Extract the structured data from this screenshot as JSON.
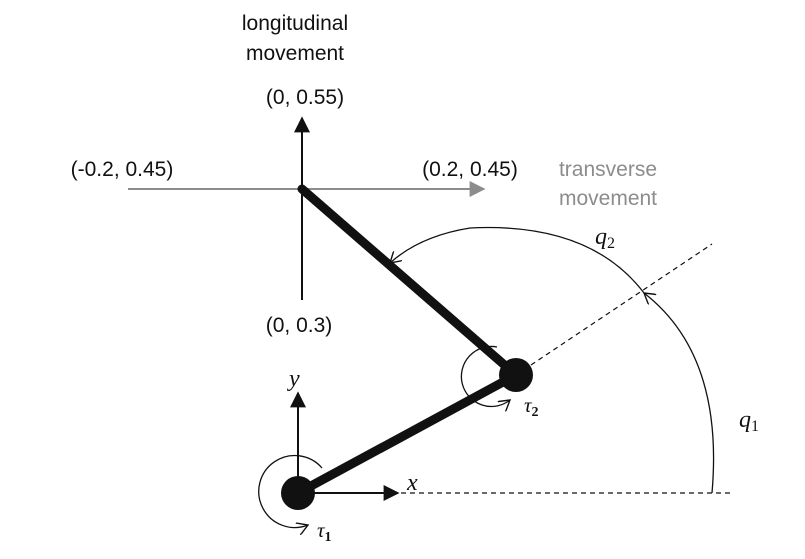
{
  "labels": {
    "longitudinal_line1": "longitudinal",
    "longitudinal_line2": "movement",
    "top_point": "(0, 0.55)",
    "left_point": "(-0.2, 0.45)",
    "right_point": "(0.2, 0.45)",
    "bottom_point": "(0, 0.3)",
    "transverse_line1": "transverse",
    "transverse_line2": "movement",
    "x_axis": "x",
    "y_axis": "y",
    "q1": "q",
    "q1_sub": "1",
    "q2": "q",
    "q2_sub": "2",
    "tau1": "τ",
    "tau1_sub": "1",
    "tau2": "τ",
    "tau2_sub": "2"
  },
  "colors": {
    "main": "#111111",
    "transverse": "#8c8c8c"
  }
}
